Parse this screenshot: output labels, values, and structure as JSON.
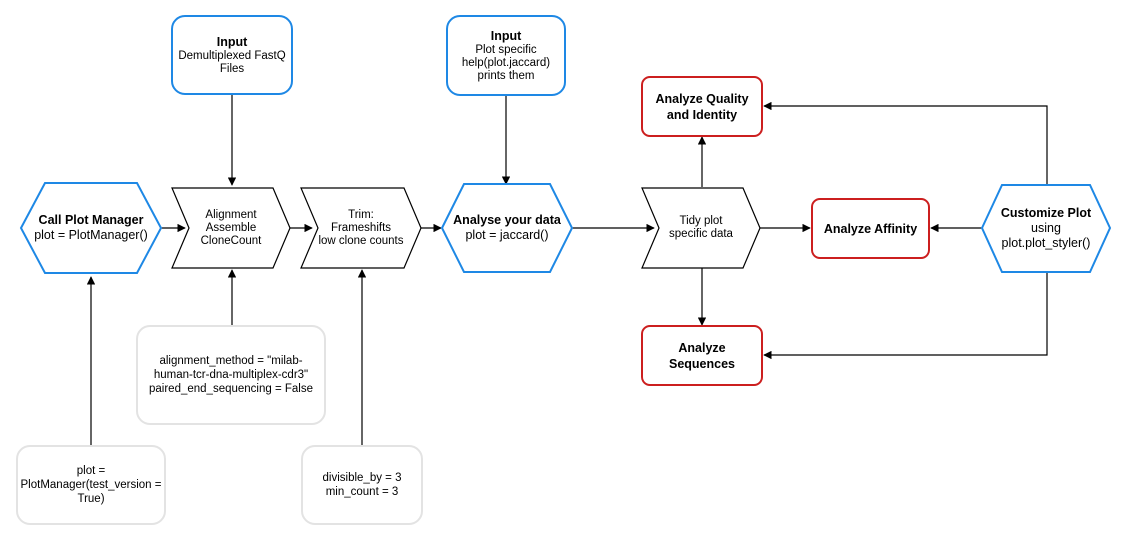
{
  "colors": {
    "input_border": "#1e88e5",
    "output_border": "#cc1f1f",
    "param_border": "#e3e3e3",
    "line": "#000000"
  },
  "inputs": {
    "fastq": {
      "title": "Input",
      "lines": [
        "Demultiplexed FastQ",
        "Files"
      ]
    },
    "plot_help": {
      "title": "Input",
      "lines": [
        "Plot specific",
        "help(plot.jaccard)",
        "prints them"
      ]
    }
  },
  "hexagons": {
    "call_plot_manager": {
      "title": "Call Plot Manager",
      "sub": "plot = PlotManager()"
    },
    "analyse_data": {
      "title": "Analyse your data",
      "sub": "plot = jaccard()"
    },
    "customize_plot": {
      "title": "Customize Plot",
      "lines": [
        "using",
        "plot.plot_styler()"
      ]
    }
  },
  "steps": {
    "alignment": {
      "lines": [
        "Alignment",
        "Assemble",
        "CloneCount"
      ]
    },
    "trim": {
      "lines": [
        "Trim:",
        "Frameshifts",
        "low clone counts"
      ]
    },
    "tidy": {
      "lines": [
        "Tidy plot",
        "specific data"
      ]
    }
  },
  "outputs": {
    "quality": {
      "lines": [
        "Analyze Quality",
        "and Identity"
      ]
    },
    "affinity": {
      "lines": [
        "Analyze Affinity"
      ]
    },
    "sequences": {
      "lines": [
        "Analyze",
        "Sequences"
      ]
    }
  },
  "params": {
    "plot_manager": {
      "lines": [
        "plot =",
        "PlotManager(test_version =",
        "True)"
      ]
    },
    "alignment": {
      "lines": [
        "alignment_method = \"milab-",
        "human-tcr-dna-multiplex-cdr3\"",
        "paired_end_sequencing = False"
      ]
    },
    "trim": {
      "lines": [
        "divisible_by = 3",
        "min_count = 3"
      ]
    }
  }
}
